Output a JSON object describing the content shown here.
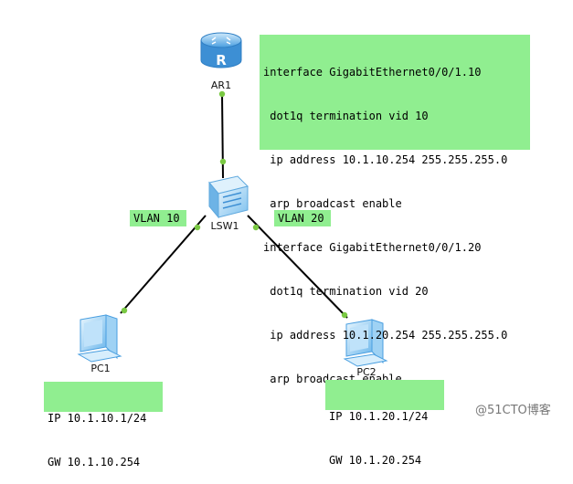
{
  "devices": {
    "router": {
      "label": "AR1",
      "icon": "router-icon"
    },
    "switch": {
      "label": "LSW1",
      "icon": "switch-icon"
    },
    "pc1": {
      "label": "PC1",
      "icon": "pc-icon"
    },
    "pc2": {
      "label": "PC2",
      "icon": "pc-icon"
    }
  },
  "notes": {
    "config": [
      "interface GigabitEthernet0/0/1.10",
      " dot1q termination vid 10",
      " ip address 10.1.10.254 255.255.255.0",
      " arp broadcast enable",
      "interface GigabitEthernet0/0/1.20",
      " dot1q termination vid 20",
      " ip address 10.1.20.254 255.255.255.0",
      " arp broadcast enable"
    ],
    "vlan10": "VLAN 10",
    "vlan20": "VLAN 20",
    "pc1": [
      "IP 10.1.10.1/24",
      "GW 10.1.10.254"
    ],
    "pc2": [
      "IP 10.1.20.1/24",
      "GW 10.1.20.254"
    ]
  },
  "watermark": "@51CTO博客",
  "colors": {
    "note_bg": "#90ee90",
    "port_dot": "#7ac943",
    "link": "#000000",
    "device_blue": "#5aa9e6"
  }
}
